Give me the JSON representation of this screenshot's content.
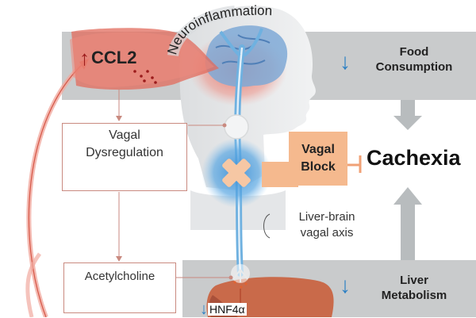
{
  "title_arc": "Neuroinflammation",
  "ccl2": {
    "label": "CCL2",
    "direction": "up"
  },
  "food": {
    "line1": "Food",
    "line2": "Consumption",
    "direction": "down"
  },
  "vagal_dys": {
    "line1": "Vagal",
    "line2": "Dysregulation"
  },
  "vagal_block": {
    "line1": "Vagal",
    "line2": "Block"
  },
  "cachexia": "Cachexia",
  "axis_label": {
    "line1": "Liver-brain",
    "line2": "vagal axis"
  },
  "acetylcholine": "Acetylcholine",
  "liver": {
    "line1": "Liver",
    "line2": "Metabolism",
    "direction": "down"
  },
  "hnf": {
    "label": "HNF4α",
    "direction": "down"
  },
  "colors": {
    "band": "#c9cbcc",
    "red_up": "#9b1b1b",
    "blue_down": "#2a7fc4",
    "orange": "#f5b98e",
    "nerve": "#6fb1e0",
    "glow_red": "#ef7b6e",
    "liver": "#c96a4a",
    "arrow_gray": "#b8bcbe"
  }
}
